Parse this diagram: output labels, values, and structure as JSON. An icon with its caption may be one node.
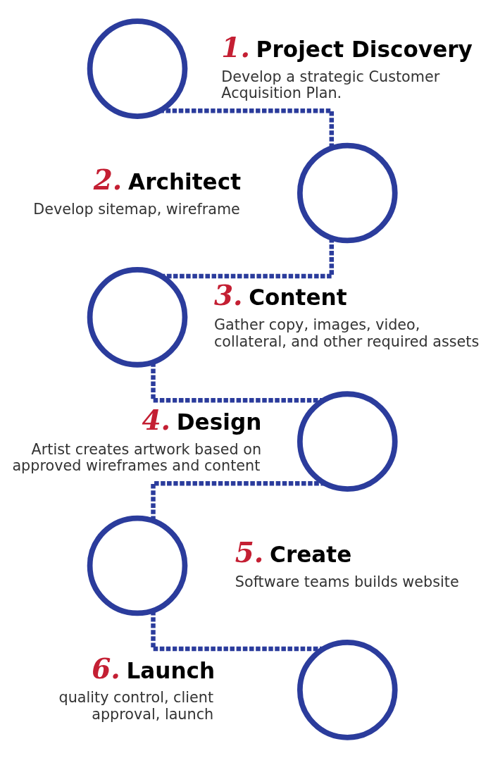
{
  "diagram": {
    "nodes": [
      {
        "text": [],
        "shape": "circle",
        "beside": [
          "1.",
          "Project Discovery",
          "Develop a strategic Customer Acquisition Plan."
        ]
      },
      {
        "text": [],
        "shape": "circle",
        "beside": [
          "2.",
          "Architect",
          "Develop sitemap, wireframe"
        ]
      },
      {
        "text": [],
        "shape": "circle",
        "beside": [
          "3.",
          "Content",
          "Gather copy, images, video, collateral, and other required assets"
        ]
      },
      {
        "text": [],
        "shape": "circle",
        "beside": [
          "4.",
          "Design",
          "Artist creates artwork based on approved wireframes and content"
        ]
      },
      {
        "text": [],
        "shape": "circle",
        "beside": [
          "5.",
          "Create",
          "Software teams builds website"
        ]
      },
      {
        "text": [],
        "shape": "circle",
        "beside": [
          "6.",
          "Launch",
          "quality control, client approval, launch"
        ]
      }
    ],
    "edges": [
      {
        "from": 0,
        "to": 1,
        "arrow": "none",
        "style": "dashed"
      },
      {
        "from": 1,
        "to": 2,
        "arrow": "none",
        "style": "dashed"
      },
      {
        "from": 2,
        "to": 3,
        "arrow": "none",
        "style": "dashed"
      },
      {
        "from": 3,
        "to": 4,
        "arrow": "none",
        "style": "dashed"
      },
      {
        "from": 4,
        "to": 5,
        "arrow": "none",
        "style": "dashed"
      }
    ]
  }
}
